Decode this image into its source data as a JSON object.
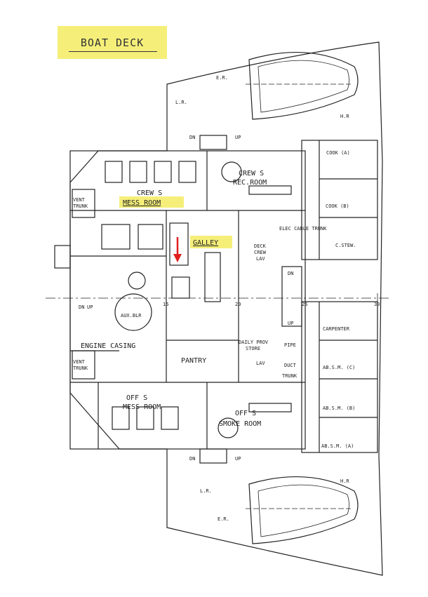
{
  "title": "BOAT DECK",
  "highlight_color": "#f5ef7a",
  "arrow_color": "#e02020",
  "labels": {
    "crews_mess": "CREW S",
    "mess_room": "MESS ROOM",
    "crews_rec": "CREW S",
    "rec_room": "REC.ROOM",
    "galley": "GALLEY",
    "pantry": "PANTRY",
    "engine_casing": "ENGINE CASING",
    "aux_blr": "AUX.BLR",
    "vent_trunk_top_1": "VENT",
    "vent_trunk_top_2": "TRUNK",
    "vent_trunk_bot_1": "VENT",
    "vent_trunk_bot_2": "TRUNK",
    "offs_mess_1": "OFF S",
    "offs_mess_2": "MESS ROOM",
    "offs_smoke_1": "OFF S",
    "offs_smoke_2": "SMOKE ROOM",
    "cook_a": "COOK (A)",
    "cook_b": "COOK (B)",
    "stew": "C.STEW.",
    "carpenter": "CARPENTER",
    "absm_c": "AB.S.M. (C)",
    "absm_b": "AB.S.M. (B)",
    "absm_a": "AB.S.M. (A)",
    "deck_crew_lav_1": "DECK",
    "deck_crew_lav_2": "CREW",
    "deck_crew_lav_3": "LAV",
    "daily_prov_store_1": "DAILY PROV",
    "daily_prov_store_2": "STORE",
    "elec_cable_trunk": "ELEC CABLE TRUNK",
    "pipe_duct_trunk_1": "PIPE",
    "pipe_duct_trunk_2": "DUCT",
    "pipe_duct_trunk_3": "TRUNK",
    "lav": "LAV",
    "dn_top": "DN",
    "up_top": "UP",
    "dn_bot": "DN",
    "up_bot": "UP",
    "dn_mid": "DN",
    "up_mid": "UP",
    "dn_left": "DN",
    "up_left": "UP",
    "frame_15": "15",
    "frame_20": "20",
    "frame_25": "25",
    "frame_30": "30",
    "lr_top": "L.R.",
    "er_top": "E.R.",
    "hr_top": "H.R",
    "lr_bot": "L.R.",
    "er_bot": "E.R.",
    "hr_bot": "H.R"
  }
}
